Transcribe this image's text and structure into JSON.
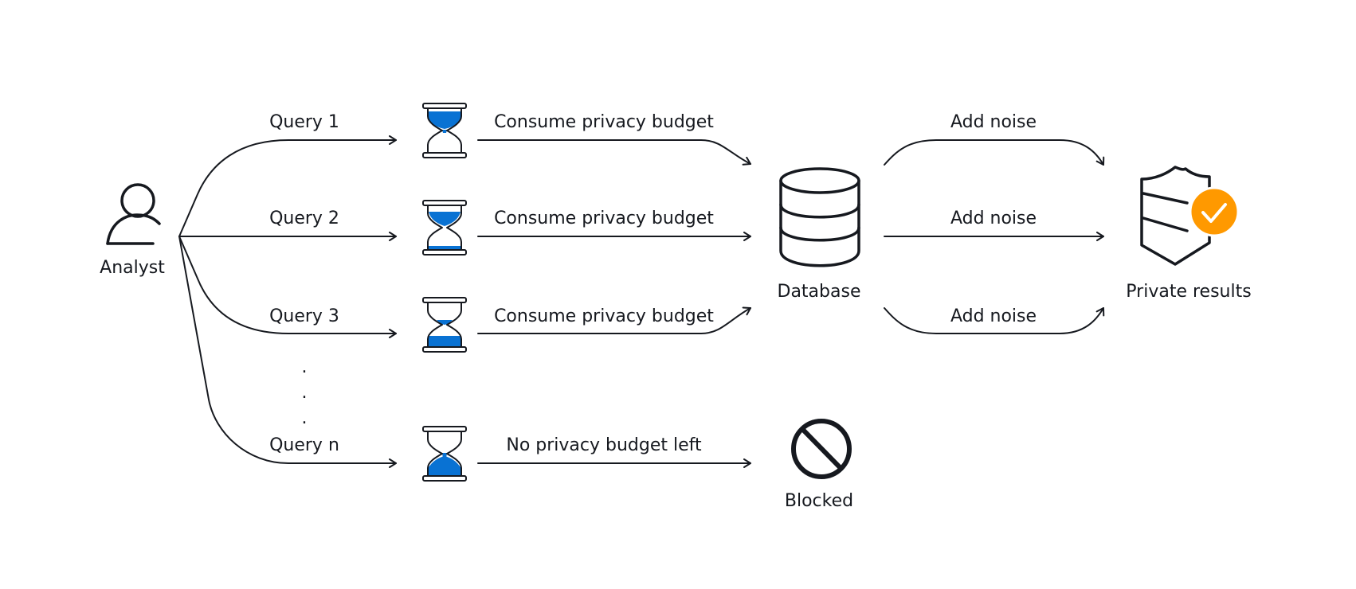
{
  "analyst": {
    "label": "Analyst",
    "icon": "user-icon"
  },
  "queries": [
    {
      "label": "Query 1",
      "budget_label": "Consume privacy budget",
      "noise_label": "Add noise"
    },
    {
      "label": "Query 2",
      "budget_label": "Consume privacy budget",
      "noise_label": "Add noise"
    },
    {
      "label": "Query 3",
      "budget_label": "Consume privacy budget",
      "noise_label": "Add noise"
    },
    {
      "label": "Query n",
      "budget_label": "No privacy budget left"
    }
  ],
  "ellipsis": ".",
  "database": {
    "label": "Database",
    "icon": "database-icon"
  },
  "results": {
    "label": "Private results",
    "icon": "shield-check-icon"
  },
  "blocked": {
    "label": "Blocked",
    "icon": "prohibited-icon"
  },
  "colors": {
    "ink": "#16191f",
    "sand": "#0972d3",
    "check": "#ff9900"
  }
}
